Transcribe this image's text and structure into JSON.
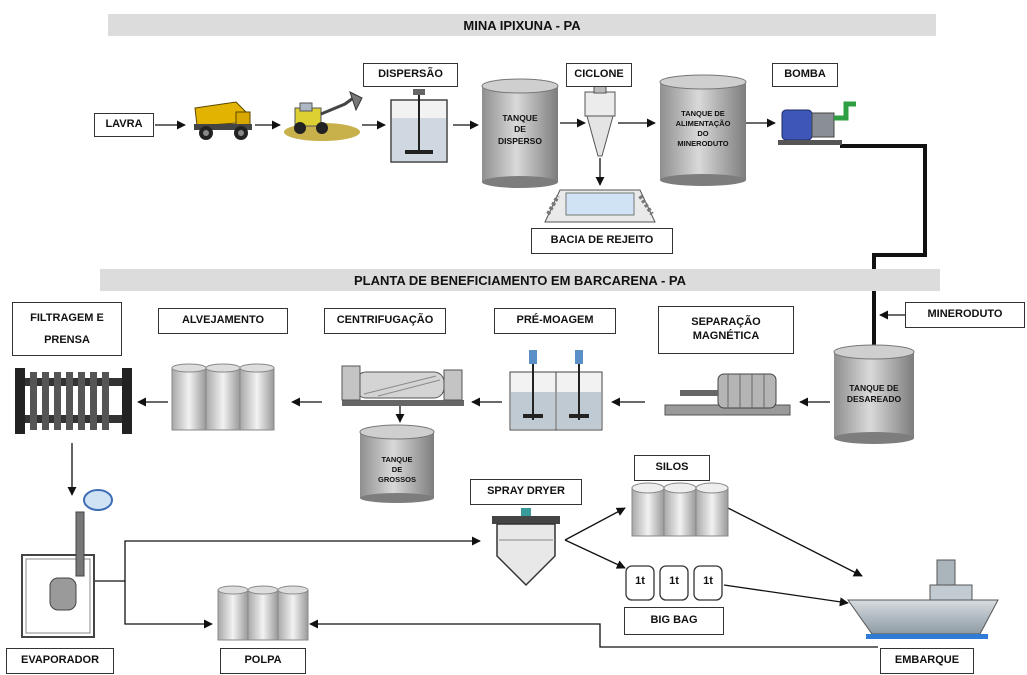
{
  "banners": {
    "mina": "MINA IPIXUNA - PA",
    "planta": "PLANTA DE BENEFICIAMENTO EM BARCARENA - PA"
  },
  "labels": {
    "lavra": "LAVRA",
    "dispersao": "DISPERSÃO",
    "ciclone": "CICLONE",
    "bomba": "BOMBA",
    "bacia_rejeito": "BACIA DE REJEITO",
    "mineroduto": "MINERODUTO",
    "filtragem": "FILTRAGEM E\nPRENSA",
    "alvejamento": "ALVEJAMENTO",
    "centrifugacao": "CENTRIFUGAÇÃO",
    "pre_moagem": "PRÉ-MOAGEM",
    "separacao": "SEPARAÇÃO\nMAGNÉTICA",
    "spray_dryer": "SPRAY DRYER",
    "silos": "SILOS",
    "big_bag": "BIG BAG",
    "evaporador": "EVAPORADOR",
    "polpa": "POLPA",
    "embarque": "EMBARQUE"
  },
  "tanks": {
    "disperso": "TANQUE\nDE\nDISPERSO",
    "alimentacao": "TANQUE DE\nALIMENTAÇÃO\nDO\nMINERODUTO",
    "desareado": "TANQUE DE\nDESAREADO",
    "grossos": "TANQUE\nDE\nGROSSOS"
  },
  "big_bags": [
    "1t",
    "1t",
    "1t"
  ]
}
